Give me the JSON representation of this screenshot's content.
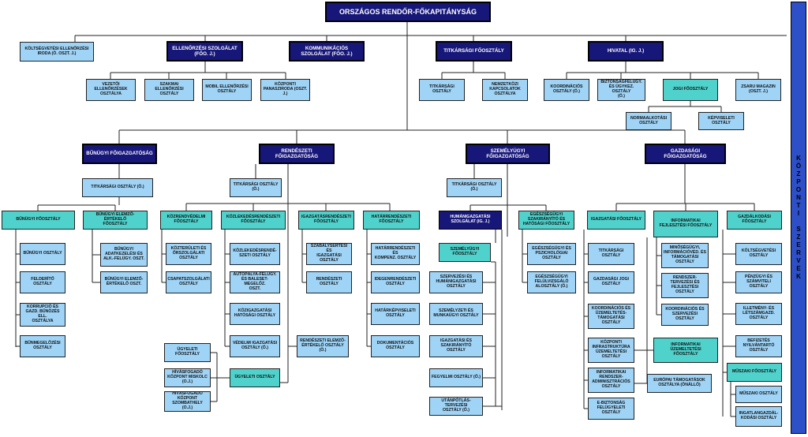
{
  "sidebar": {
    "label": "K\nÖ\nZ\nP\nO\nN\nT\nI\n\nS\nZ\nE\nR\nV\nE\nK"
  },
  "boxes": {
    "orfk": "ORSZÁGOS RENDŐR-FŐKAPITÁNYSÁG",
    "koltsegvetesi_iroda": "KÖLTSÉGVETÉSI ELLENŐRZÉSI IRODA (Ö. OSZT. J.)",
    "ellenorzesi_szolgalat": "ELLENŐRZÉSI SZOLGÁLAT\n(FŐO. J.)",
    "kommunikacios_szolgalat": "KOMMUNIKÁCIÓS\nSZOLGÁLAT (FŐO. J.)",
    "titkarsagi_foosztaly": "TITKÁRSÁGI FŐOSZTÁLY",
    "hivatal": "HIVATAL (IG. J.)",
    "vezetoi_ellenorzesek": "VEZETŐI\nELLENŐRZÉSEK\nOSZTÁLYA",
    "szakmai_ellenorzesi": "SZAKMAI\nELLENŐRZÉSI\nOSZTÁLY",
    "mobil_ellenorzesi": "MOBIL ELLENŐRZÉSI\nOSZTÁLY",
    "kozponti_panasziroda": "KÖZPONTI\nPANASZIRODA (OSZT.\nJ.)",
    "titkarsagi_osztaly_1": "TITKÁRSÁGI\nOSZTÁLY",
    "nemzetkozi_kapcsolatok": "NEMZETKÖZI\nKAPCSOLATOK\nOSZTÁLYA",
    "koordinacios_osztaly_h": "KOORDINÁCIÓS\nOSZTÁLY (Ö.)",
    "biztonsagfelugy": "BIZTONSÁGFELÜGY.\nÉS ÜGYKEZ. OSZTÁLY\n(Ö.)",
    "jogi_foosztaly": "JOGI FŐOSZTÁLY",
    "zsaru_magazin": "ZSARU MAGAZIN\n(OSZT. J.)",
    "normaalkotasi": "NORMAALKOTÁSI\nOSZTÁLY",
    "kepviseleti": "KÉPVISELETI\nOSZTÁLY",
    "bunugyi_fig": "BŰNÜGYI FŐIGAZGATÓSÁG",
    "rendeszeti_fig": "RENDÉSZETI\nFŐIGAZGATÓSÁG",
    "szemelyugyi_fig": "SZEMÉLYÜGYI FŐIGAZGATÓSÁG",
    "gazdasagi_fig": "GAZDASÁGI\nFŐIGAZGATÓSÁG",
    "b_titkarsagi": "TITKÁRSÁGI OSZTÁLY (Ö.)",
    "b_bunugyi_foosztaly": "BŰNÜGYI FŐOSZTÁLY",
    "b_bunugyi_osztaly": "BŰNÜGYI OSZTÁLY",
    "b_felderito": "FELDERÍTŐ OSZTÁLY",
    "b_korrupcio": "KORRUPCIÓ ÉS\nGAZD. BŰNÖZÉS ELL.\nOSZTÁLYA",
    "b_bunmegelozesi": "BŰNMEGELŐZÉSI\nOSZTÁLY",
    "b_elemzo_foosztaly": "BŰNÜGYI ELEMZŐ-ÉRTÉKELŐ\nFŐOSZTÁLY",
    "b_adatkezelesi": "BŰNÜGYI\nADATKEZELÉSI ÉS\nALK.-FELÜGY. OSZT.",
    "b_elemzo_oszt": "BŰNÜGYI ELEMZŐ-\nÉRTÉKELŐ OSZT.",
    "r_titkarsagi": "TITKÁRSÁGI OSZTÁLY\n(Ö.)",
    "r_kozrendvedelmi": "KÖZRENDVÉDELMI\nFŐOSZTÁLY",
    "r_kozteruleti": "KÖZTERÜLETI ÉS\nŐRSZOLGÁLATI\nOSZTÁLY",
    "r_csapatszolgalati": "CSAPATSZOLGÁLATI\nOSZTÁLY",
    "r_kozlekedes_foosztaly": "KÖZLEKEDÉSRENDÉSZETI\nFŐOSZTÁLY",
    "r_kozlekedes_osztaly": "KÖZLEKEDÉSRENDÉ-\nSZETI OSZTÁLY",
    "r_autopalya": "AUTÓPÁLYA-FELÜGY.\nÉS BALESET-MEGELŐZ.\nOSZT.",
    "r_kozigazgatasi": "KÖZIGAZGATÁSI\nHATÓSÁGI OSZTÁLY",
    "r_vedelmi": "VÉDELMI IGAZGATÁSI\nOSZTÁLY (Ö.)",
    "r_ugyeleti_foosztaly": "ÜGYELETI FŐOSZTÁLY",
    "r_ugyeleti_osztaly": "ÜGYELETI OSZTÁLY",
    "r_hivasfogado_miskolc": "HÍVÁSFOGADÓ\nKÖZPONT MISKOLC\n(O.J.)",
    "r_hivasfogado_szombathely": "HÍVÁSFOGADÓ\nKÖZPONT\nSZOMBATHELY (O.J.)",
    "r_igazgatasrendeszeti": "IGAZGATÁSRENDÉSZETI\nFŐOSZTÁLY",
    "r_szabalysertesi": "SZABÁLYSÉRTÉSI ÉS\nIGAZGATÁSI\nOSZTÁLY",
    "r_rendeszeti_osztaly": "RENDÉSZETI\nOSZTÁLY",
    "r_elemzo": "RENDÉSZETI ELEMZŐ-\nÉRTÉKELŐ OSZTÁLY\n(Ö.)",
    "r_hatarrendeszeti_foosztaly": "HATÁRRENDÉSZETI\nFŐOSZTÁLY",
    "r_hatarrendeszeti_kompenz": "HATÁRRENDÉSZETI ÉS\nKOMPENZ. OSZTÁLY",
    "r_idegenrendeszeti": "IDEGENRENDÉSZETI\nOSZTÁLY",
    "r_hatarkepviseleti": "HATÁRKÉPVISELETI\nOSZTÁLY",
    "r_dokumentacios": "DOKUMENTÁCIÓS\nOSZTÁLY",
    "sz_titkarsagi": "TITKÁRSÁGI OSZTÁLY (Ö.)",
    "sz_humanigazgatasi": "HUMÁNIGAZGATÁSI\nSZOLGÁLAT (IG. J.)",
    "sz_szemelyugyi_foosztaly": "SZEMÉLYÜGYI\nFŐOSZTÁLY",
    "sz_szervezesi": "SZERVEZÉSI ÉS\nHUMÁNIGAZGATÁSI\nOSZTÁLY",
    "sz_szemelyzeti": "SZEMÉLYZETI ÉS\nMUNKAÜGYI OSZTÁLY",
    "sz_igazgatasi": "IGAZGATÁSI ÉS\nSZAKIRÁNYÍTÓ OSZTÁLY",
    "sz_pegelymi": "FEGYELMI OSZTÁLY (Ö.)",
    "sz_utanpotlas": "UTÁNPÓTLÁS-TERVEZÉSI\nOSZTÁLY (Ö.)",
    "sz_egeszsegugyi_foosztaly": "EGÉSZSÉGÜGYI\nSZAKIRÁNYÍTÓ ÉS\nHATÓSÁGI FŐOSZTÁLY",
    "sz_egeszsegugyi_pszich": "EGÉSZSÉGÜGYI ÉS\nPSZICHOLÓGIAI\nOSZTÁLY",
    "sz_egeszsegugyi_felugy": "EGÉSZSÉGÜGYI\nFELÜLVIZSGÁLÓ\nALOSZTÁLY (Ö.)",
    "g_igazgatasi_foosztaly": "IGAZGATÁSI FŐOSZTÁLY",
    "g_titkarsagi": "TITKÁRSÁGI\nOSZTÁLY",
    "g_gazdasagi_jogi": "GAZDASÁGI JOGI\nOSZTÁLY",
    "g_koordinacios_tamogato": "KOORDINÁCIÓS ÉS\nÜZEMELTETÉS-\nTÁMOGATÁSI\nOSZTÁLY",
    "g_kozponti_infra": "KÖZPONTI\nINFRASTRUKTÚRA\nÜZEMELTETÉSI\nOSZTÁLY",
    "g_informatikai_rendszer_adm": "INFORMATIKAI\nRENDSZER-\nADMINISZTRÁCIÓS\nOSZTÁLY",
    "g_ebiztonsag": "E-BIZTONSÁG\nFELÜGYELETI\nOSZTÁLY",
    "g_informatikai_fejlesztesi": "INFORMATIKAI\nFEJLESZTÉSI FŐOSZTÁLY",
    "g_minosegugyi": "MINŐSÉGÜGYI,\nINFORMÁCIÓVÉD. ÉS\nTÁMOGATÁSI\nOSZTÁLY",
    "g_rendszertervezesi": "RENDSZER-\nTERVEZÉSI ÉS\nFEJLESZTÉSI\nOSZTÁLY",
    "g_koordinacios_szervezesi": "KOORDINÁCIÓS ÉS\nSZERVEZÉSI\nOSZTÁLY",
    "g_informatikai_uzemeltetesi": "INFORMATIKAI\nÜZEMELTETÉSI\nFŐOSZTÁLY",
    "g_europai": "EURÓPAI TÁMOGATÁSOK\nOSZTÁLYA (ÖNÁLLÓ)",
    "g_gazdalkodasi_foosztaly": "GAZDÁLKODÁSI\nFŐOSZTÁLY",
    "g_koltsegvetesi": "KÖLTSÉGVETÉSI\nOSZTÁLY",
    "g_penzugyi": "PÉNZÜGYI ÉS\nSZÁMVITELI\nOSZTÁLY",
    "g_illetmeny": "ILLETMÉNY- ÉS\nLÉTSZÁMGAZD.\nOSZTÁLY",
    "g_befizetes": "BEFIZETÉS\nNYILVÁNTARTÓ\nOSZTÁLY",
    "g_muszaki_foosztaly": "MŰSZAKI FŐOSZTÁLY",
    "g_muszaki_osztaly": "MŰSZAKI OSZTÁLY",
    "g_ingatlangazdalkodasi": "INGATLANGAZDÁL-\nKODÁSI OSZTÁLY"
  },
  "colors": {
    "navy": "#17177a",
    "light": "#9fd4f7",
    "teal": "#4fd2cc",
    "sidebar": "#2d4fc8",
    "line": "#222222"
  }
}
